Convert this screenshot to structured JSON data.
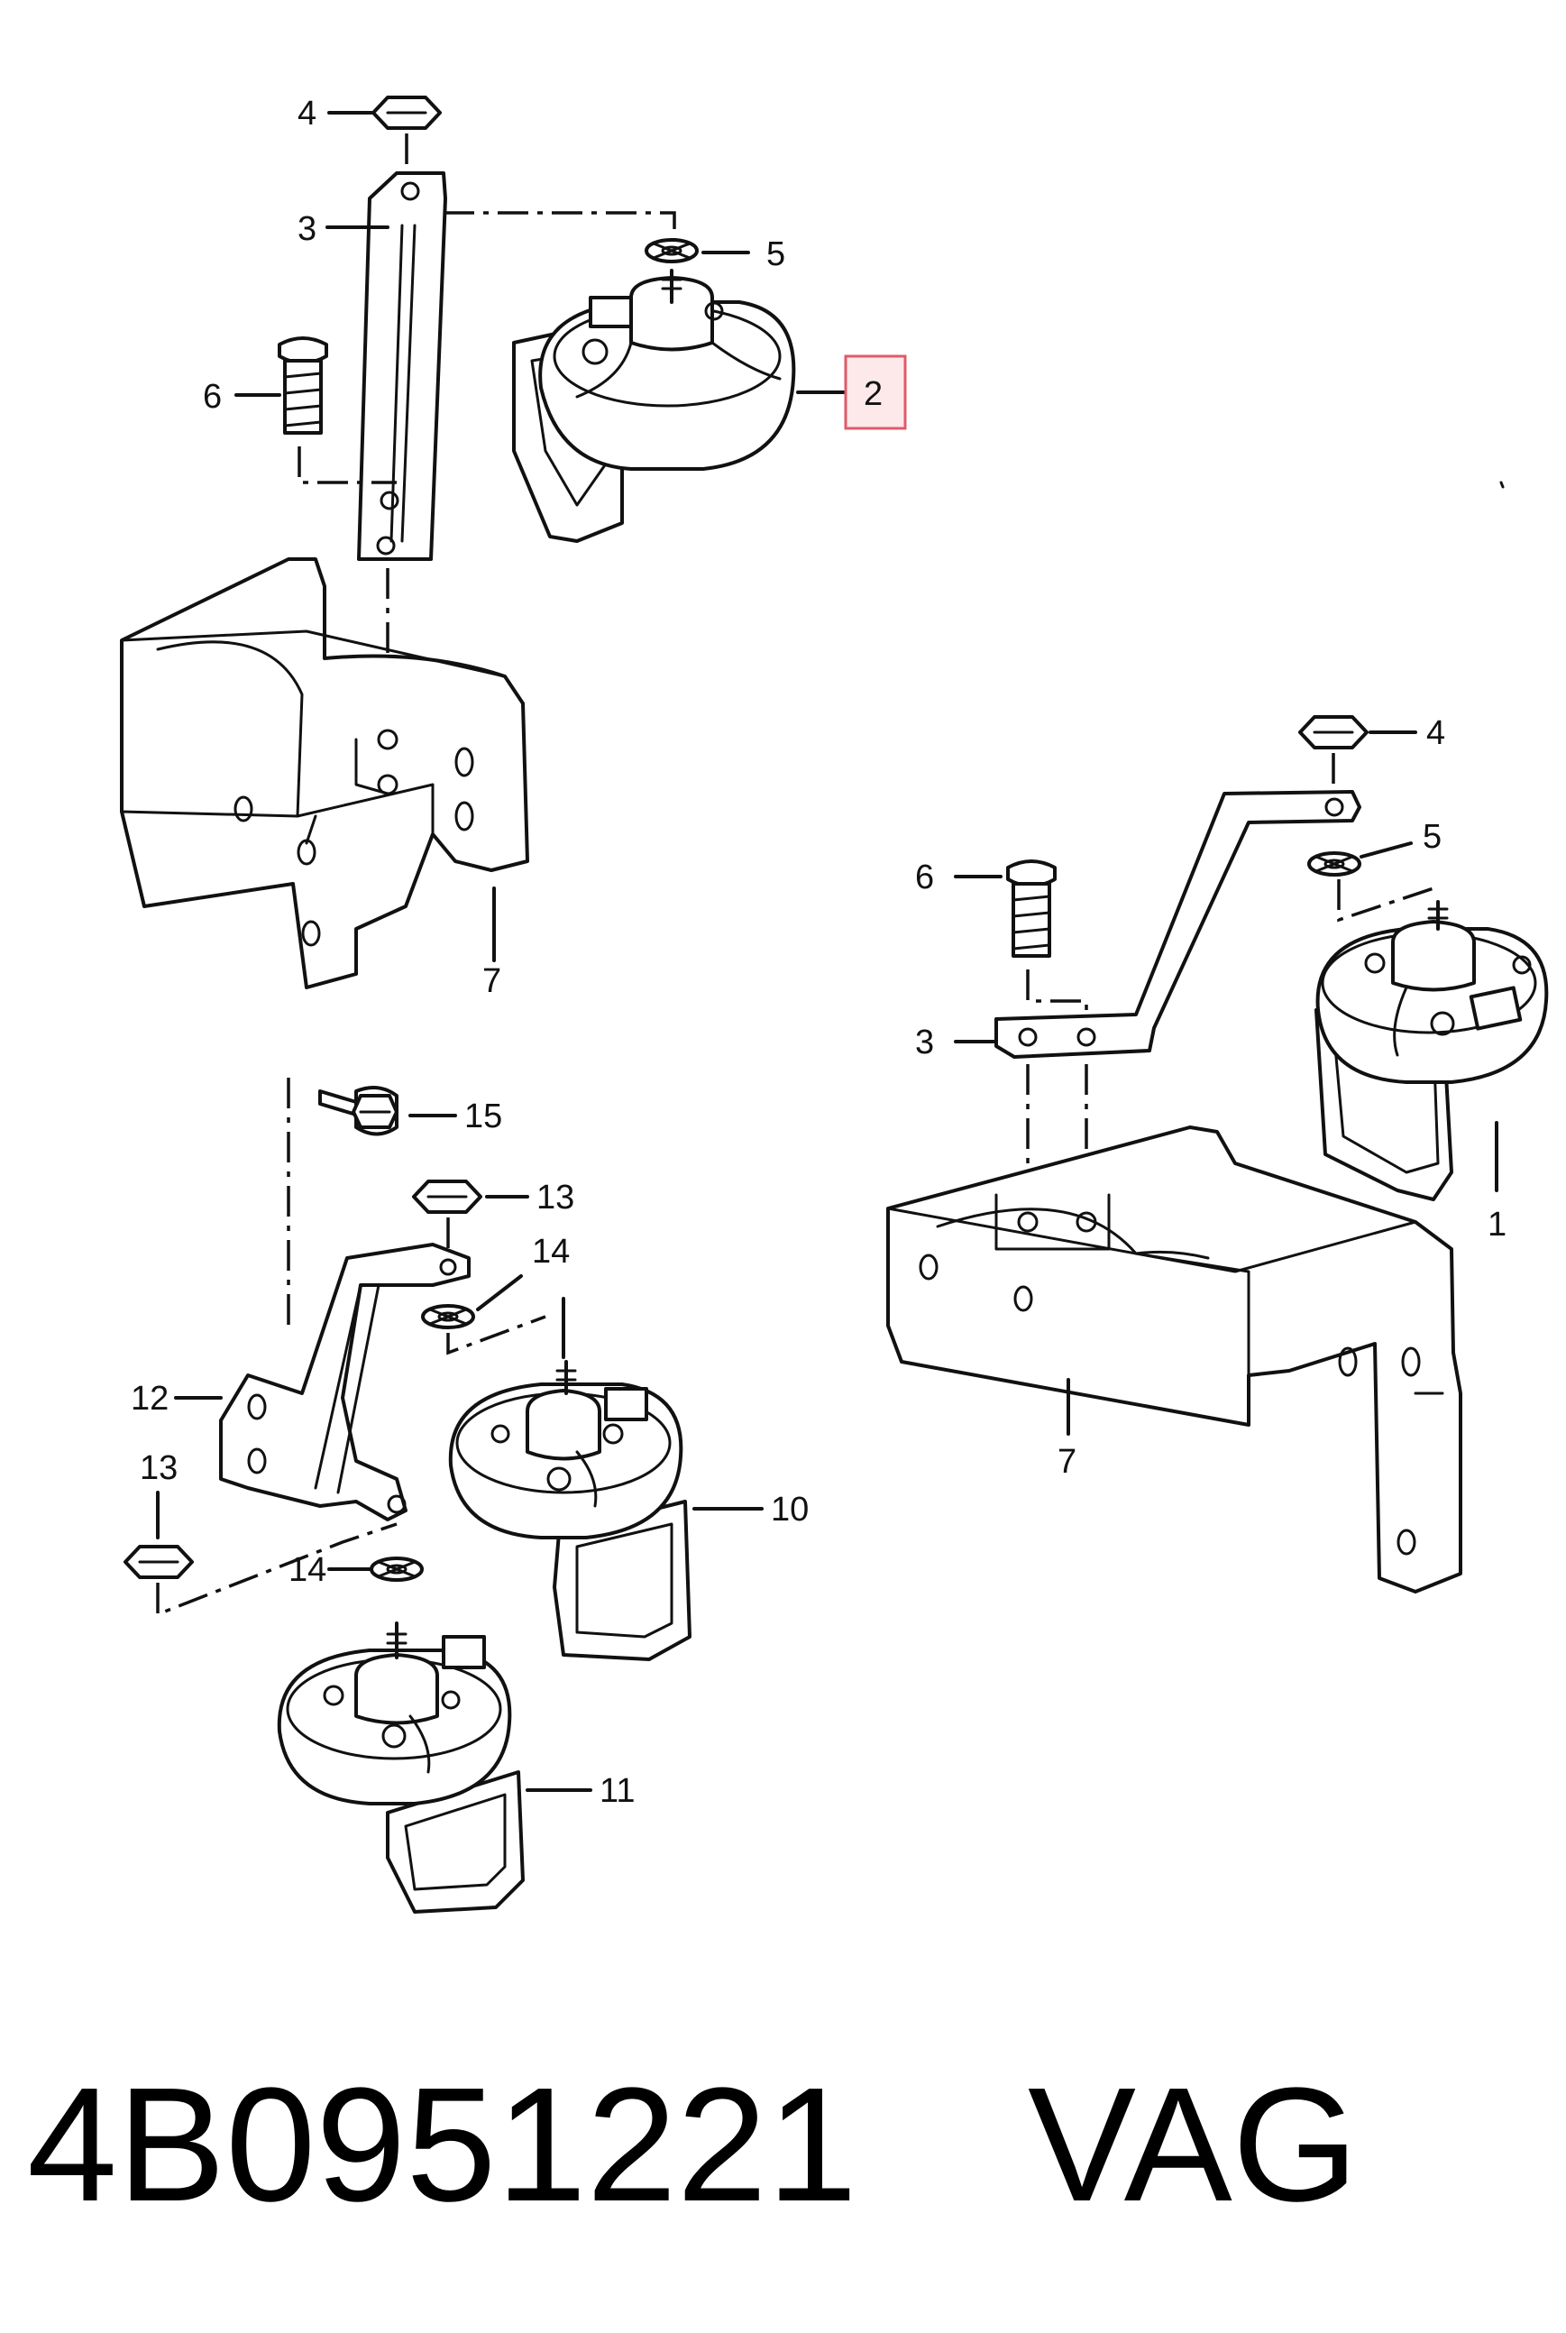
{
  "diagram": {
    "callouts": {
      "top": {
        "c4": "4",
        "c3": "3",
        "c5": "5",
        "c6": "6",
        "c2": "2",
        "c7": "7"
      },
      "right": {
        "c4": "4",
        "c5": "5",
        "c6": "6",
        "c3": "3",
        "c1": "1",
        "c7": "7"
      },
      "bottom": {
        "c15": "15",
        "c13a": "13",
        "c14a": "14",
        "c12": "12",
        "c13b": "13",
        "c10": "10",
        "c14b": "14",
        "c11": "11"
      }
    },
    "highlighted_callout": "2",
    "highlight_color": "#e05a6a"
  },
  "footer": {
    "part_number": "4B0951221",
    "brand": "VAG"
  }
}
